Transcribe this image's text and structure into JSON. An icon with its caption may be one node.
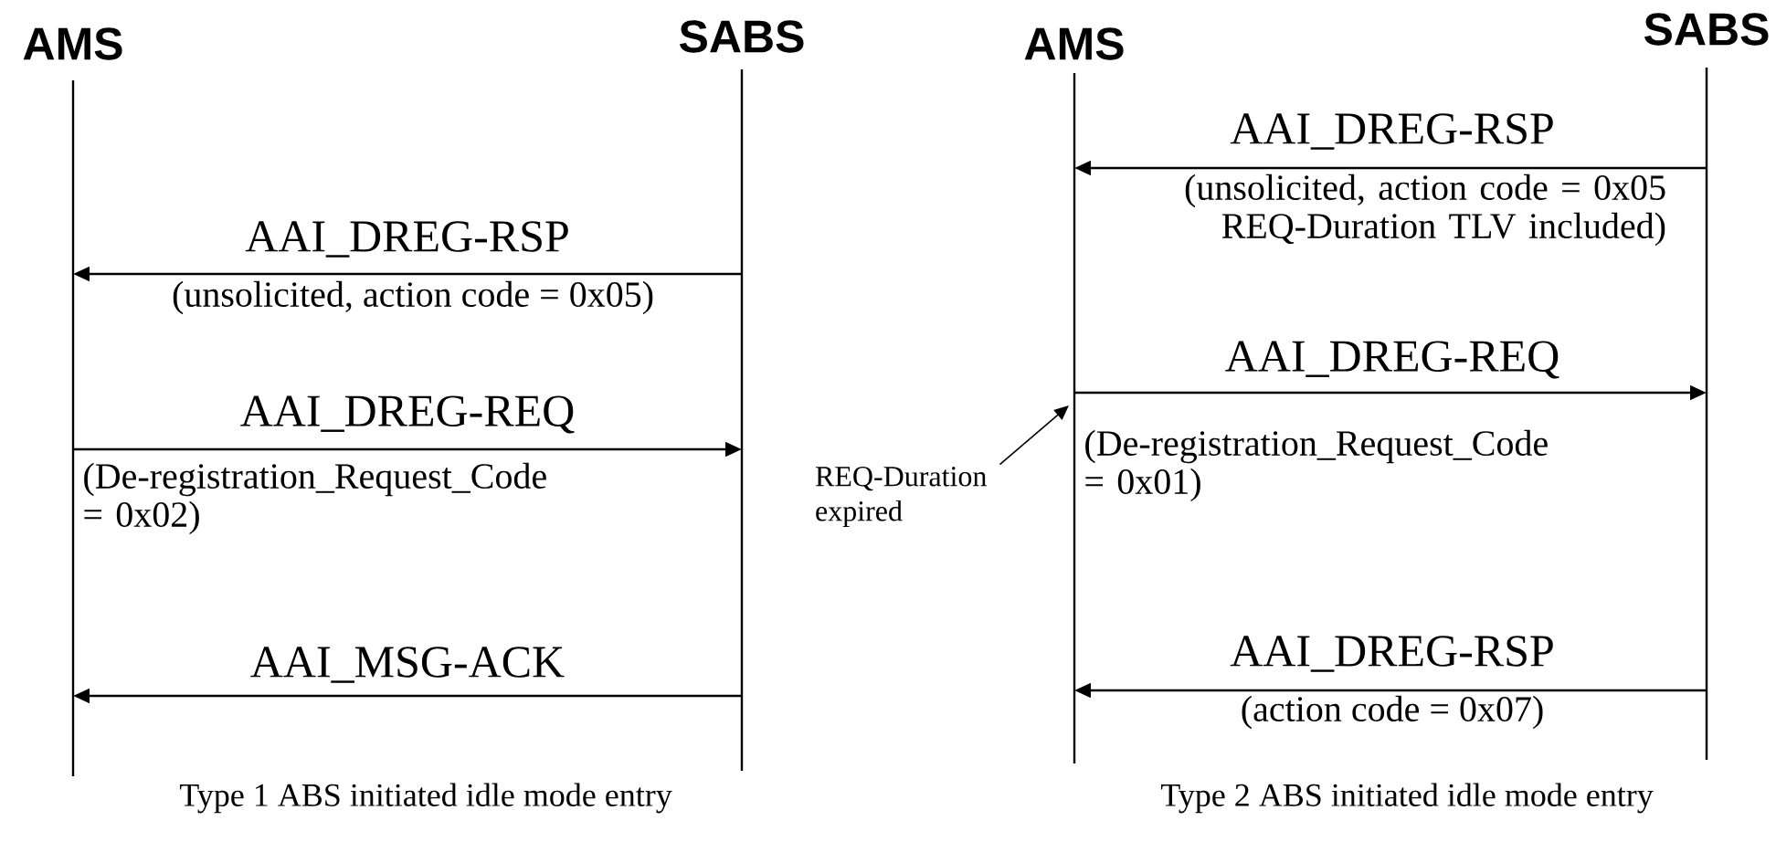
{
  "diagram": {
    "nodes": [
      {
        "text": [
          "AMS"
        ]
      },
      {
        "text": [
          "SABS"
        ]
      },
      {
        "text": [
          "AMS"
        ]
      },
      {
        "text": [
          "SABS"
        ]
      },
      {
        "text": [
          "REQ-Duration expired"
        ]
      }
    ],
    "edges": [
      {
        "from": 1,
        "to": 0,
        "arrow": "to",
        "label": "AAI_DREG-RSP"
      },
      {
        "from": 0,
        "to": 1,
        "arrow": "to",
        "label": "AAI_DREG-REQ"
      },
      {
        "from": 1,
        "to": 0,
        "arrow": "to",
        "label": "AAI_MSG-ACK"
      },
      {
        "from": 3,
        "to": 2,
        "arrow": "to",
        "label": "AAI_DREG-RSP"
      },
      {
        "from": 2,
        "to": 3,
        "arrow": "to",
        "label": "AAI_DREG-REQ"
      },
      {
        "from": 4,
        "to": 2,
        "arrow": "to"
      },
      {
        "from": 3,
        "to": 2,
        "arrow": "to",
        "label": "AAI_DREG-RSP"
      }
    ],
    "labels": [
      "(unsolicited, action code = 0x05)",
      "(De-registration_Request_Code = 0x02)",
      "Type 1 ABS initiated idle mode entry",
      "(unsolicited, action code = 0x05 REQ-Duration TLV included)",
      "(De-registration_Request_Code = 0x01)",
      "(action code = 0x07)",
      "Type 2 ABS initiated idle mode entry"
    ]
  }
}
